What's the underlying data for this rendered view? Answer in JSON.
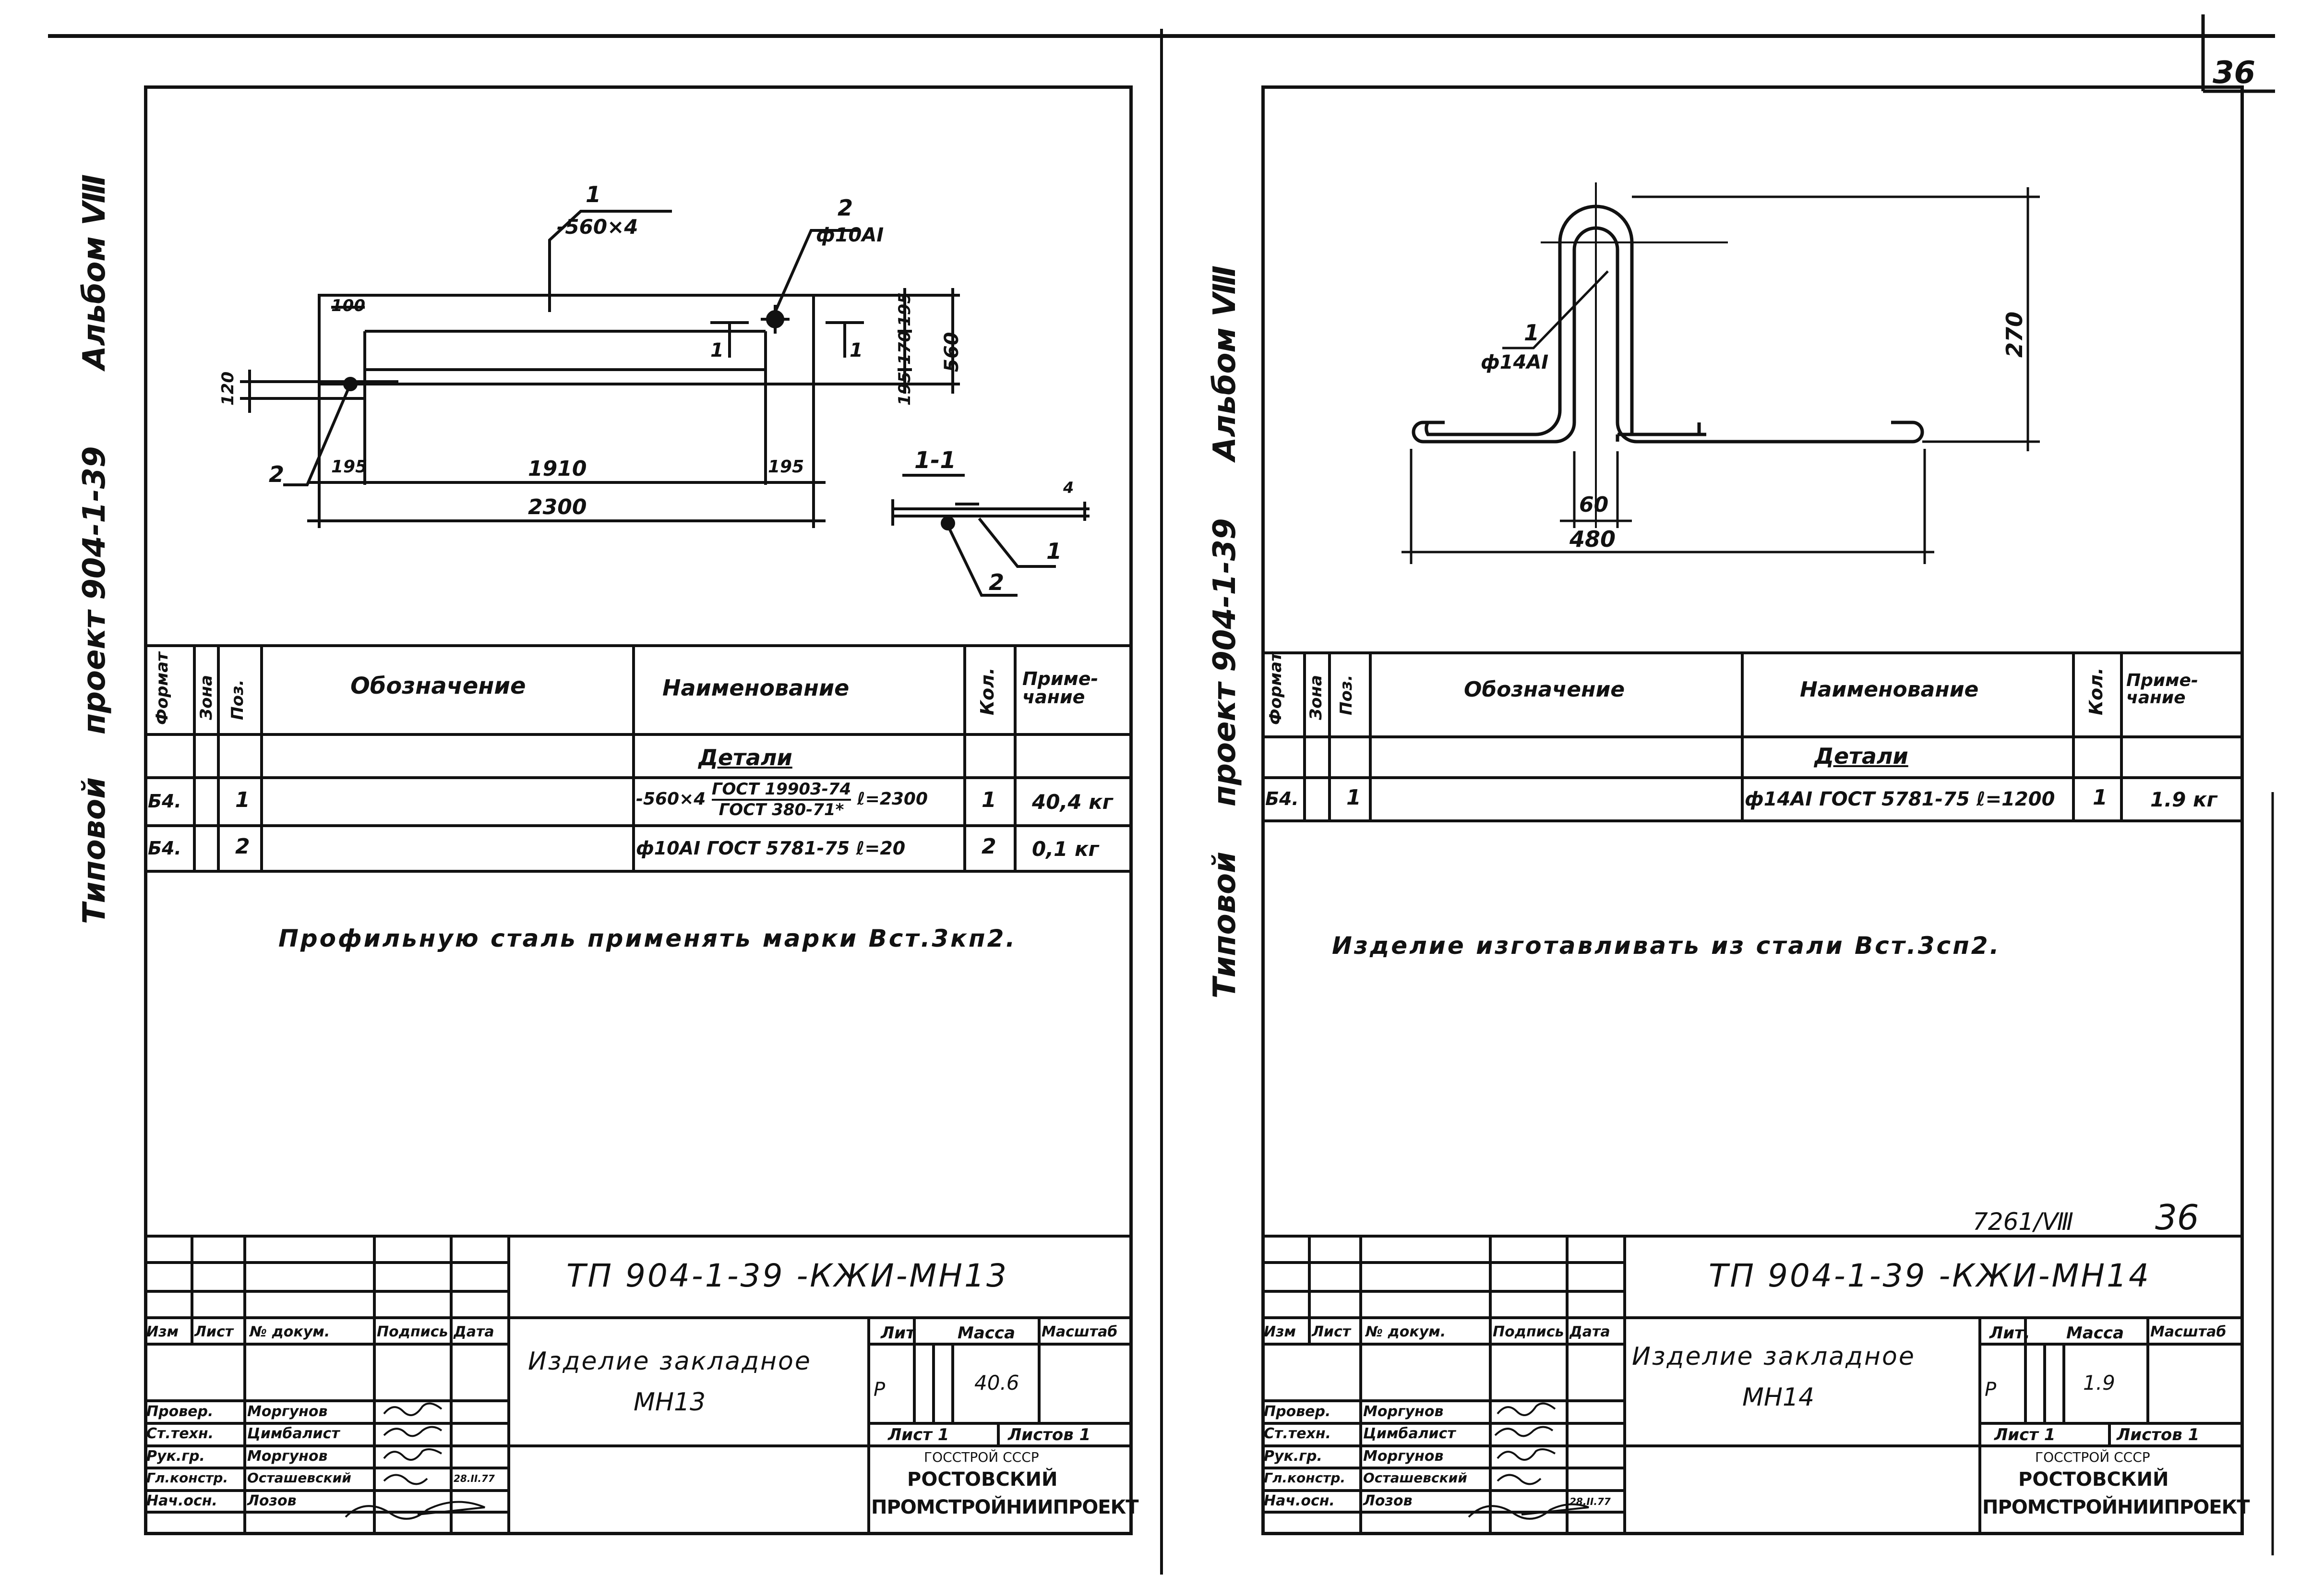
{
  "page_number": "36",
  "left_sheet": {
    "side_caption": {
      "typical": "Типовой",
      "project": "проект 904-1-39",
      "album": "Альбом Ⅷ"
    },
    "drawing": {
      "pos1": "1",
      "pos1_size": "-560×4",
      "pos2": "2",
      "pos2_size": "ф10АI",
      "dim_100": "100",
      "dim_120": "120",
      "dim_195_top": "195",
      "dim_170": "170",
      "dim_195_bottom": "195",
      "dim_560": "560",
      "dim_195_left": "195",
      "dim_1910": "1910",
      "dim_195_right": "195",
      "dim_2300": "2300",
      "label_pos2_left": "2",
      "label_pos1_inner_a": "1",
      "label_pos1_inner_b": "1",
      "section_title": "1-1",
      "section_pos1": "1",
      "section_pos2": "2",
      "section_thickness": "4"
    },
    "spec": {
      "headers": {
        "format": "Формат",
        "zone": "Зона",
        "pos": "Поз.",
        "designation": "Обозначение",
        "name": "Наименование",
        "qty": "Кол.",
        "note": "Приме-чание"
      },
      "section": "Детали",
      "rows": [
        {
          "format": "Б4.",
          "pos": "1",
          "name_prefix": "-560×4",
          "gost_top": "ГОСТ 19903-74",
          "gost_bottom": "ГОСТ 380-71*",
          "name_suffix": "ℓ=2300",
          "qty": "1",
          "note": "40,4 кг"
        },
        {
          "format": "Б4.",
          "pos": "2",
          "name": "ф10АI ГОСТ 5781-75 ℓ=20",
          "qty": "2",
          "note": "0,1 кг"
        }
      ]
    },
    "note": "Профильную сталь применять марки Вст.3кп2.",
    "titleblock": {
      "code": "ТП 904-1-39 -КЖИ-МН13",
      "col_headers": [
        "Изм",
        "Лист",
        "№ докум.",
        "Подпись",
        "Дата"
      ],
      "title_line1": "Изделие закладное",
      "title_line2": "МН13",
      "lit_label": "Лит",
      "mass_label": "Масса",
      "scale_label": "Масштаб",
      "lit_value": "Р",
      "mass_value": "40.6",
      "sheet_label": "Лист 1",
      "sheets_label": "Листов 1",
      "org_line1": "ГОССТРОЙ СССР",
      "org_line2": "РОСТОВСКИЙ",
      "org_line3": "ПРОМСТРОЙНИИПРОЕКТ",
      "staff": [
        {
          "role": "Провер.",
          "name": "Моргунов"
        },
        {
          "role": "Ст.техн.",
          "name": "Цимбалист"
        },
        {
          "role": "Рук.гр.",
          "name": "Моргунов"
        },
        {
          "role": "Гл.констр.",
          "name": "Осташевский"
        },
        {
          "role": "Нач.осн.",
          "name": "Лозов"
        }
      ],
      "date": "28.II.77"
    }
  },
  "right_sheet": {
    "side_caption": {
      "typical": "Типовой",
      "project": "проект 904-1-39",
      "album": "Альбом Ⅷ"
    },
    "drawing": {
      "pos1": "1",
      "pos1_size": "ф14АI",
      "dim_270": "270",
      "dim_60": "60",
      "dim_480": "480"
    },
    "spec": {
      "headers": {
        "format": "Формат",
        "zone": "Зона",
        "pos": "Поз.",
        "designation": "Обозначение",
        "name": "Наименование",
        "qty": "Кол.",
        "note": "Приме-чание"
      },
      "section": "Детали",
      "rows": [
        {
          "format": "Б4.",
          "pos": "1",
          "name": "ф14АI ГОСТ 5781-75 ℓ=1200",
          "qty": "1",
          "note": "1.9 кг"
        }
      ]
    },
    "note": "Изделие изготавливать из стали Вст.3сп2.",
    "ref_code": "7261/Ⅷ",
    "ref_page": "36",
    "titleblock": {
      "code": "ТП 904-1-39 -КЖИ-МН14",
      "col_headers": [
        "Изм",
        "Лист",
        "№ докум.",
        "Подпись",
        "Дата"
      ],
      "title_line1": "Изделие закладное",
      "title_line2": "МН14",
      "lit_label": "Лит.",
      "mass_label": "Масса",
      "scale_label": "Масштаб",
      "lit_value": "Р",
      "mass_value": "1.9",
      "sheet_label": "Лист 1",
      "sheets_label": "Листов 1",
      "org_line1": "ГОССТРОЙ СССР",
      "org_line2": "РОСТОВСКИЙ",
      "org_line3": "ПРОМСТРОЙНИИПРОЕКТ",
      "staff": [
        {
          "role": "Провер.",
          "name": "Моргунов"
        },
        {
          "role": "Ст.техн.",
          "name": "Цимбалист"
        },
        {
          "role": "Рук.гр.",
          "name": "Моргунов"
        },
        {
          "role": "Гл.констр.",
          "name": "Осташевский"
        },
        {
          "role": "Нач.осн.",
          "name": "Лозов"
        }
      ],
      "date": "28.II.77"
    }
  }
}
